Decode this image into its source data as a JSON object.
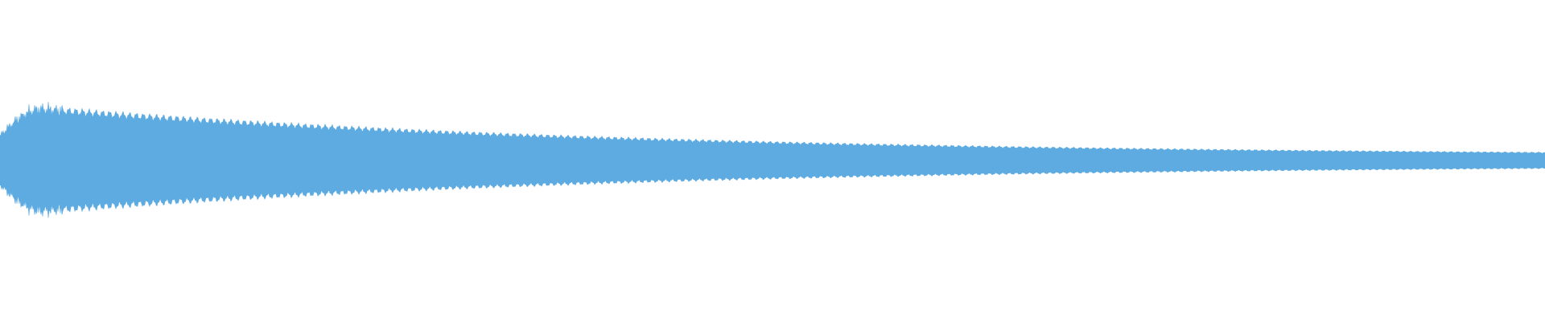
{
  "waveform": {
    "color": "#5dabe1",
    "background": "#ffffff",
    "type": "audio-amplitude-envelope",
    "shape": "decaying-tone",
    "peak_amplitude": 0.34,
    "end_amplitude": 0.025
  }
}
